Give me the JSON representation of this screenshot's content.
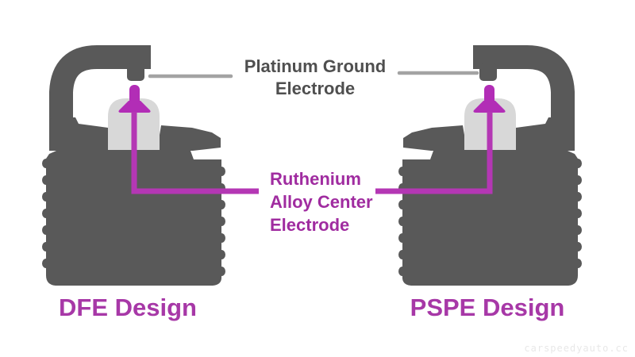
{
  "labels": {
    "platinum_ground": {
      "line1": "Platinum Ground",
      "line2": "Electrode"
    },
    "ruthenium_center": {
      "line1": "Ruthenium",
      "line2": "Alloy Center",
      "line3": "Electrode"
    },
    "design_left": "DFE Design",
    "design_right": "PSPE Design"
  },
  "watermark": "carspeedyauto.cc",
  "icons": {
    "left_plug": "spark-plug-silhouette",
    "right_plug": "spark-plug-silhouette-mirrored"
  },
  "colors": {
    "background": "#ffffff",
    "plug_body": "#595959",
    "insulator": "#d8d8d8",
    "electrode_magenta": "#b22db6",
    "callout_line": "#b437b4",
    "pointer_line": "#a3a3a3",
    "platinum_text": "#4f4f4f",
    "ruthenium_text": "#a02ca0",
    "design_text": "#a738a7",
    "watermark_text": "#e8e8e8"
  }
}
